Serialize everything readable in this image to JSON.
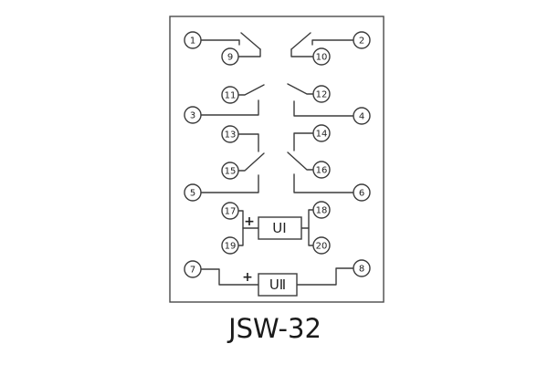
{
  "title": "JSW-32",
  "diagram": {
    "plus": "+",
    "u1": "UⅠ",
    "u2": "UⅡ",
    "terminals": {
      "t1": "1",
      "t2": "2",
      "t3": "3",
      "t4": "4",
      "t5": "5",
      "t6": "6",
      "t7": "7",
      "t8": "8",
      "t9": "9",
      "t10": "10",
      "t11": "11",
      "t12": "12",
      "t13": "13",
      "t14": "14",
      "t15": "15",
      "t16": "16",
      "t17": "17",
      "t18": "18",
      "t19": "19",
      "t20": "20"
    }
  }
}
